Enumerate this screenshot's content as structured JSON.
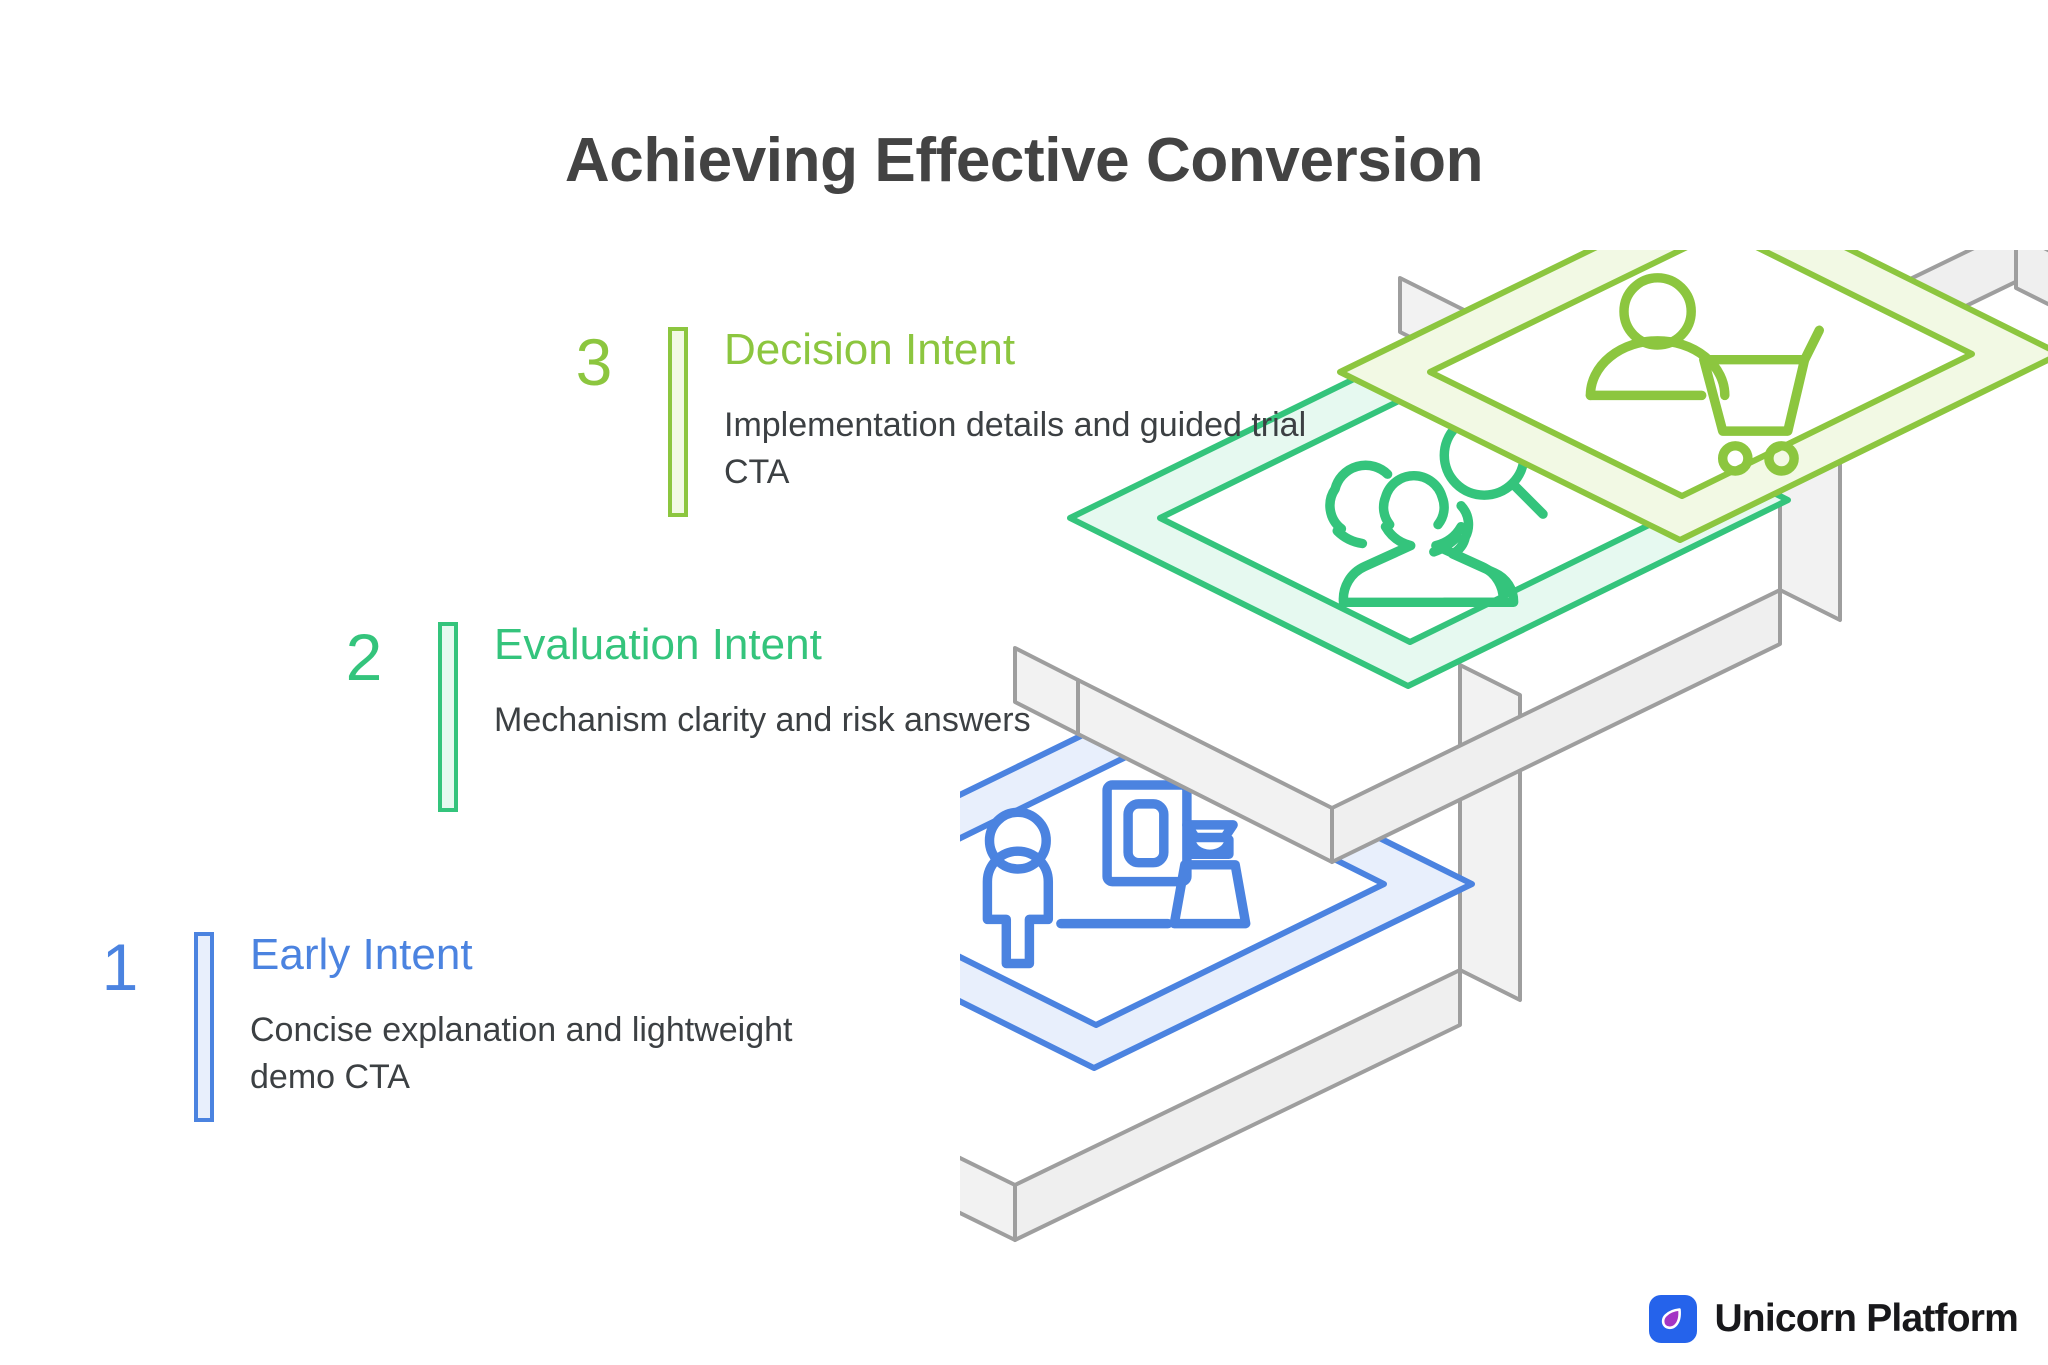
{
  "page": {
    "title": "Achieving Effective Conversion",
    "background_color": "#ffffff"
  },
  "colors": {
    "title_text": "#434343",
    "body_text": "#3c4043",
    "step1_accent": "#4B83E0",
    "step1_fill": "#E8EFFC",
    "step2_accent": "#34C47C",
    "step2_fill": "#E6F9F0",
    "step3_accent": "#8CC63F",
    "step3_fill": "#F2F9E4",
    "riser_face": "#F2F2F2",
    "riser_edge": "#9E9E9E",
    "brand_blue": "#2563EB",
    "brand_purple": "#A436C4"
  },
  "steps": [
    {
      "number": "1",
      "heading": "Early Intent",
      "description": "Concise explanation and lightweight demo CTA",
      "accent": "#4B83E0",
      "icon": "person-podium-gallery-icon",
      "platform": "bottom"
    },
    {
      "number": "2",
      "heading": "Evaluation Intent",
      "description": "Mechanism clarity and risk answers",
      "accent": "#34C47C",
      "icon": "people-group-magnifier-icon",
      "platform": "middle"
    },
    {
      "number": "3",
      "heading": "Decision Intent",
      "description": "Implementation details and guided trial CTA",
      "accent": "#8CC63F",
      "icon": "person-shopping-cart-icon",
      "platform": "top"
    }
  ],
  "brand": {
    "name": "Unicorn Platform",
    "mark_icon": "unicorn-droplet-logo-icon"
  }
}
